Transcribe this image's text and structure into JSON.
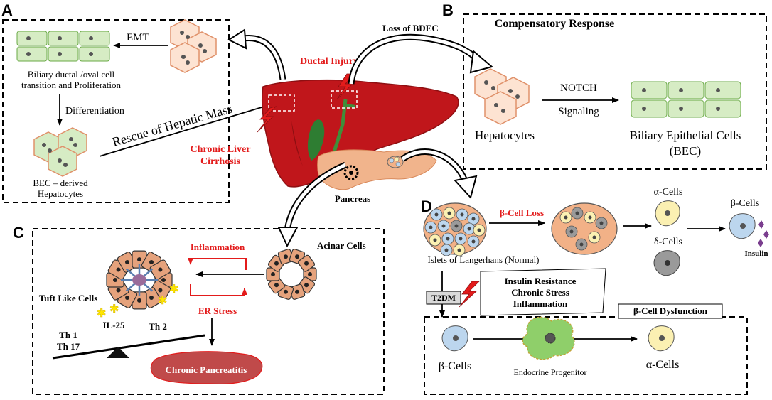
{
  "panels": {
    "a": {
      "letter": "A",
      "emt": "EMT",
      "transition_line1": "Biliary ductal /oval cell",
      "transition_line2": "transition and Proliferation",
      "differentiation": "Differentiation",
      "bec_line1": "BEC – derived",
      "bec_line2": "Hepatocytes",
      "rescue": "Rescue of Hepatic Mass"
    },
    "b": {
      "letter": "B",
      "loss": "Loss of BDEC",
      "title": "Compensatory Response",
      "notch": "NOTCH",
      "signaling": "Signaling",
      "hepatocytes": "Hepatocytes",
      "bec_line1": "Biliary Epithelial Cells",
      "bec_line2": "(BEC)"
    },
    "center": {
      "ductal_injury": "Ductal Injury",
      "cirrhosis_line1": "Chronic Liver",
      "cirrhosis_line2": "Cirrhosis",
      "pancreas": "Pancreas"
    },
    "c": {
      "letter": "C",
      "acinar": "Acinar Cells",
      "inflammation": "Inflammation",
      "er_stress": "ER Stress",
      "tuft": "Tuft Like Cells",
      "il25": "IL-25",
      "th1": "Th 1",
      "th17": "Th 17",
      "th2": "Th 2",
      "chronic_pancreatitis": "Chronic Pancreatitis"
    },
    "d": {
      "letter": "D",
      "beta_loss": "β-Cell Loss",
      "alpha": "α-Cells",
      "delta": "δ-Cells",
      "beta": "β-Cells",
      "insulin": "Insulin",
      "islets": "Islets of Langerhans (Normal)",
      "t2dm": "T2DM",
      "stress_line1": "Insulin Resistance",
      "stress_line2": "Chronic Stress",
      "stress_line3": "Inflammation",
      "dysfunction": "β-Cell Dysfunction",
      "beta_bottom": "β-Cells",
      "progenitor": "Endocrine Progenitor",
      "alpha_bottom": "α-Cells"
    }
  },
  "colors": {
    "liver": "#c0161b",
    "liver_dark": "#8e0f12",
    "gallbladder": "#2e7d32",
    "duct": "#3f8f3a",
    "pancreas": "#f1b48c",
    "hex_fill": "#fde3d2",
    "hex_stroke": "#e0916a",
    "biliary_fill": "#d6ecc4",
    "biliary_stroke": "#6aaa46",
    "islet_bg": "#f2b187",
    "beta_fill": "#bcd6ee",
    "alpha_fill": "#fbf0b2",
    "delta_fill": "#9a9a9a",
    "progenitor": "#8fcf6a",
    "tuft_fill": "#e5a27c",
    "pancreatitis": "#c04a4a",
    "accent_red": "#e31b1b",
    "insulin": "#7a3d8e"
  }
}
